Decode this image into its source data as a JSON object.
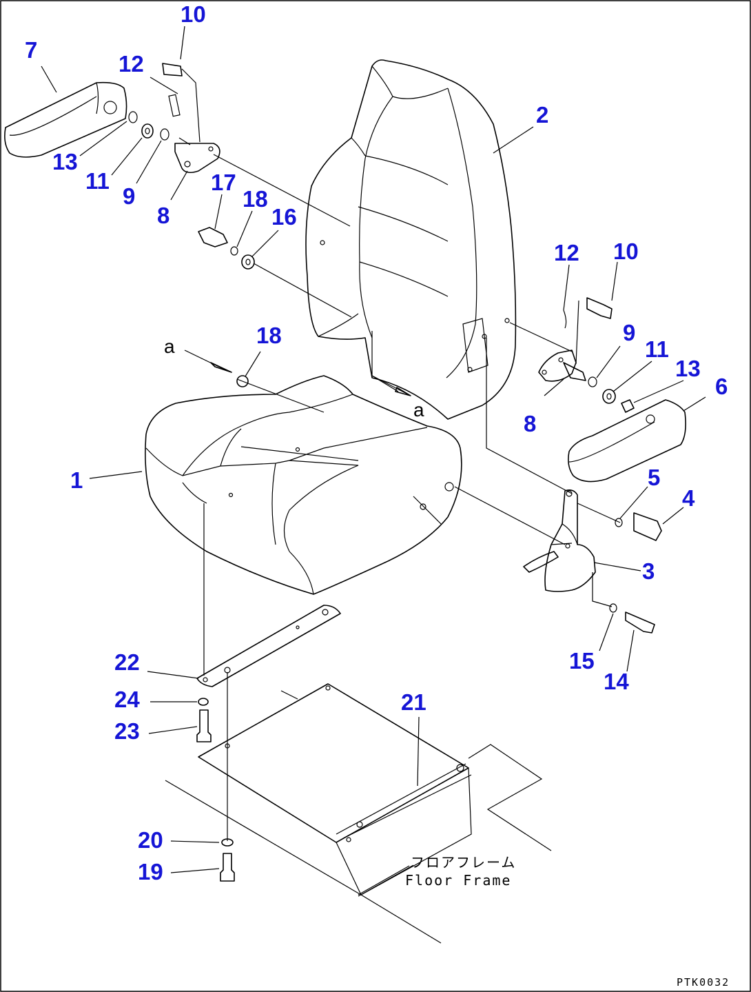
{
  "labels": {
    "armrest_left": "7",
    "bolt_top_left": "10",
    "pin_top_left": "12",
    "nut_top_left": "13",
    "washer_top_left_11": "11",
    "washer_top_left_9": "9",
    "bracket_left": "8",
    "bolt_17": "17",
    "washer_18_top": "18",
    "washer_16": "16",
    "backrest": "2",
    "pin_right": "12",
    "bolt_right": "10",
    "washer_right_9": "9",
    "washer_right_11": "11",
    "nut_right": "13",
    "armrest_right": "6",
    "bracket_right": "8",
    "washer_18_mid": "18",
    "cushion": "1",
    "washer_5": "5",
    "bolt_4": "4",
    "recliner": "3",
    "washer_15": "15",
    "bolt_14": "14",
    "plate_22": "22",
    "washer_24": "24",
    "bolt_23": "23",
    "frame_21": "21",
    "washer_20": "20",
    "bolt_19": "19",
    "view_a_top": "a",
    "view_a_mid": "a",
    "floor_jp": "フロアフレーム",
    "floor_en": "Floor Frame",
    "drawing_code": "PTK0032"
  }
}
